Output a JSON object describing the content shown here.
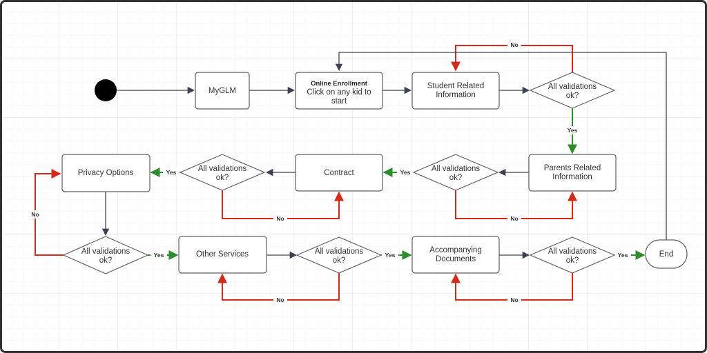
{
  "colors": {
    "default_edge": "#3d4250",
    "yes_edge": "#2e8b2e",
    "no_edge": "#d42a1c",
    "start_node": "#000000"
  },
  "nodes": {
    "myglm": "MyGLM",
    "online_enrollment": {
      "title": "Online Enrollment",
      "line1": "Click on any kid to",
      "line2": "start"
    },
    "student_info": {
      "line1": "Student Related",
      "line2": "Information"
    },
    "decision_label": {
      "line1": "All validations",
      "line2": "ok?"
    },
    "parents_info": {
      "line1": "Parents Related",
      "line2": "Information"
    },
    "contract": "Contract",
    "privacy_options": "Privacy Options",
    "other_services": "Other Services",
    "accompanying_documents": {
      "line1": "Accompanying",
      "line2": "Documents"
    },
    "end": "End"
  },
  "edge_labels": {
    "yes": "Yes",
    "no": "No"
  }
}
